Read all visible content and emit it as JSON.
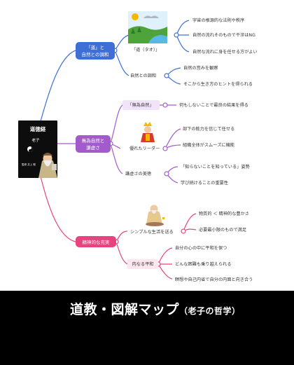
{
  "book": {
    "title": "道徳経",
    "author": "老子",
    "extra": "監修 井上 聡"
  },
  "colors": {
    "blue": "#3f6fd6",
    "purple": "#a35bcc",
    "pink": "#e5457e",
    "book_bg": "#0d0d0d",
    "footer_bg": "#000000"
  },
  "branches": {
    "tao": {
      "label_1": "「道」と",
      "label_2": "自然との調和",
      "sub1": {
        "label": "「道（タオ）」",
        "items": [
          "宇宙の根源的な法則や秩序",
          "自然の流れそのもので干渉はNG",
          "自然な流れに身を任せる方がよい"
        ]
      },
      "sub2": {
        "label": "自然との調和",
        "items": [
          "自然の営みを観察",
          "そこから生き方のヒントを得られる"
        ]
      }
    },
    "wuwei": {
      "label_1": "無為自然と",
      "label_2": "謙虚さ",
      "sub1": {
        "label": "「無為自然」",
        "items": [
          "何もしないことで最良の結果を得る"
        ]
      },
      "sub2": {
        "label": "優れたリーダー",
        "items": [
          "部下の能力を信じて任せる",
          "組織全体がスムーズに機能"
        ]
      },
      "sub3": {
        "label": "謙虚さの美徳",
        "items": [
          "「知らないことを知っている」姿勢",
          "学び続けることの重要性"
        ]
      }
    },
    "spirit": {
      "label": "精神的な充実",
      "sub1": {
        "label": "シンプルな生活を送る",
        "items": [
          "物質的 ＜ 精神的な豊かさ",
          "必要最小限のもので満足"
        ]
      },
      "sub2": {
        "label": "内なる平和",
        "items": [
          "自分の心の中に平和を保つ",
          "どんな困難も乗り越えられる",
          "瞑想や自己内省で自分の内面と向き合う"
        ]
      }
    }
  },
  "footer": {
    "title": "道教・図解マップ",
    "subtitle": "（老子の哲学）"
  }
}
